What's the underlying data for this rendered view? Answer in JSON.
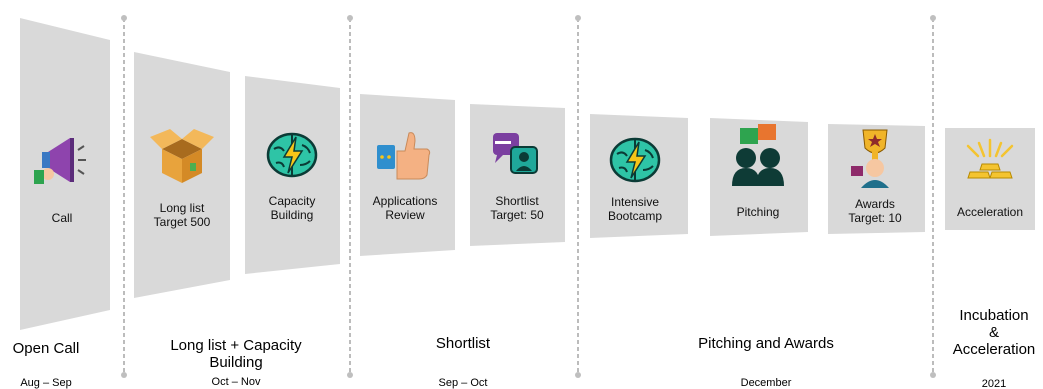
{
  "stages": [
    {
      "id": "call",
      "lines": [
        "Call"
      ],
      "icon": "megaphone-icon"
    },
    {
      "id": "long-list",
      "lines": [
        "Long list",
        "Target 500"
      ],
      "icon": "open-box-icon"
    },
    {
      "id": "capacity-building",
      "lines": [
        "Capacity",
        "Building"
      ],
      "icon": "brain-lightning-icon"
    },
    {
      "id": "applications-review",
      "lines": [
        "Applications",
        "Review"
      ],
      "icon": "thumbs-up-icon"
    },
    {
      "id": "shortlist",
      "lines": [
        "Shortlist",
        "Target: 50"
      ],
      "icon": "chat-bubbles-icon"
    },
    {
      "id": "intensive-bootcamp",
      "lines": [
        "Intensive",
        "Bootcamp"
      ],
      "icon": "brain-lightning-icon"
    },
    {
      "id": "pitching",
      "lines": [
        "Pitching"
      ],
      "icon": "pitching-people-icon"
    },
    {
      "id": "awards",
      "lines": [
        "Awards",
        "Target: 10"
      ],
      "icon": "trophy-icon"
    },
    {
      "id": "acceleration",
      "lines": [
        "Acceleration"
      ],
      "icon": "gold-bars-icon"
    }
  ],
  "phases": [
    {
      "id": "open-call",
      "title": [
        "Open Call"
      ],
      "date": "Aug  – Sep"
    },
    {
      "id": "long-list-capacity",
      "title": [
        "Long list + Capacity",
        "Building"
      ],
      "date": "Oct – Nov"
    },
    {
      "id": "shortlist",
      "title": [
        "Shortlist"
      ],
      "date": "Sep – Oct"
    },
    {
      "id": "pitching-awards",
      "title": [
        "Pitching and Awards"
      ],
      "date": "December"
    },
    {
      "id": "incubation",
      "title": [
        "Incubation",
        "&",
        "Acceleration"
      ],
      "date": "2021"
    }
  ],
  "colors": {
    "panel": "#d9d9d9",
    "divider": "#a6a6a6",
    "megaphone": "#8e44ad",
    "box": "#e8a33c",
    "brain": "#2ec4a6",
    "bolt": "#f5c518",
    "thumb": "#f4b183",
    "chat": "#7b3fa0",
    "trophy": "#f0b429",
    "gold": "#f4c430"
  }
}
